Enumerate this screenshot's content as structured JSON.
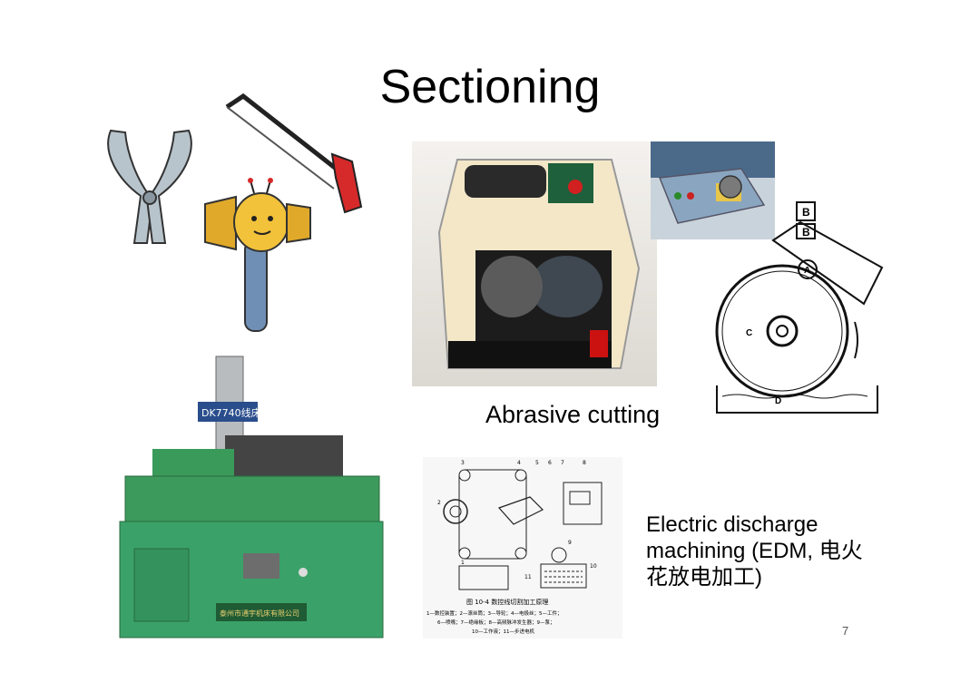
{
  "slide": {
    "title": "Sectioning",
    "abrasive_caption": "Abrasive cutting",
    "edm_caption": "Electric discharge machining (EDM, 电火花放电加工)",
    "page_number": "7",
    "machine_label": "DK7740线床",
    "machine_plate": "泰州市通宇机床有限公司",
    "schematic_labels": [
      "A",
      "B",
      "B",
      "C",
      "D"
    ],
    "diagram_caption": "图 10-4   数控线切割加工原理",
    "diagram_legend_1": "1—数控装置；2—滚丝筒；3—导轮；4—电极丝；5—工件；",
    "diagram_legend_2": "6—喷嘴；7—绝缘板；8—高频脉冲发生器；9—泵；",
    "diagram_legend_3": "10—工作液；11—步进电机",
    "diagram_numbers": [
      "1",
      "2",
      "3",
      "4",
      "5",
      "6",
      "7",
      "8",
      "9",
      "10",
      "11"
    ]
  }
}
